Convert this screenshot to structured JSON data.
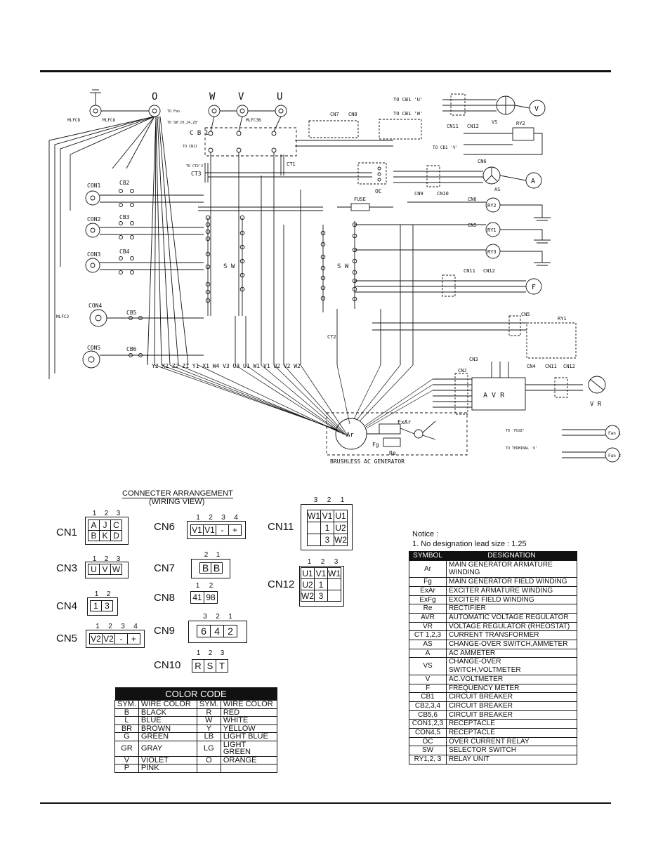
{
  "schematic": {
    "terminals": [
      "O",
      "W",
      "V",
      "U"
    ],
    "labels": {
      "mlfc8a": "MLFC8",
      "mlfc8b": "MLFC8",
      "mlfc3b": "MLFC3B",
      "cb1": "C B 1",
      "con1": "CON1",
      "con2": "CON2",
      "con3": "CON3",
      "con4": "CON4",
      "con5": "CON5",
      "cb2": "CB2",
      "cb3": "CB3",
      "cb4": "CB4",
      "cb5": "CB5",
      "cb6": "CB6",
      "sw1": "S W",
      "sw2": "S W",
      "ct3": "CT3",
      "ct1": "CT1",
      "ct2": "CT2",
      "oc": "OC",
      "fuse": "FUSE",
      "mlfc2": "MLFC2",
      "vs": "VS",
      "as": "AS",
      "ry2": "RY2",
      "ry3": "RY3",
      "ry1": "RY1",
      "ry2b": "RY2",
      "ry1b": "RY1",
      "cn6": "CN6",
      "cn5": "CN5",
      "cn7": "CN7",
      "cn8": "CN8",
      "cn9": "CN9",
      "cn10": "CN10",
      "cn11": "CN11",
      "cn12": "CN12",
      "cn3": "CN3",
      "cnj": "CNJ",
      "cn4": "CN4",
      "avr": "A V R",
      "vr": "V R",
      "ar": "Ar",
      "exar": "ExAr",
      "fg": "Fg",
      "re": "Re",
      "brushless": "BRUSHLESS AC GENERATOR",
      "fan1": "Fan 1",
      "fan2": "Fan 2",
      "meter_v": "V",
      "meter_a": "A",
      "meter_f": "F",
      "to_cb1u": "TO CB1 'U'",
      "to_cb1w": "TO CB1 'W'",
      "to_cb1v": "TO CB1 'V'",
      "to_fan": "TO Fan",
      "to_fuse": "TO 'FUSE'",
      "to_terminal": "TO TERMINAL 'O'",
      "to_sw": "TO SW'20,24,28'",
      "to_cn11": "TO CN11",
      "to_ct2": "TO CT2'2'",
      "wires": "Y2 X2 Z2 Z1 Y1 X1 W4 V3 U3 U1 W1 V1 U2 V2 W2"
    }
  },
  "connector_arrangement": {
    "title": "CONNECTER ARRANGEMENT",
    "subtitle": "(WIRING VIEW)",
    "cn1": {
      "name": "CN1",
      "pins": [
        "1",
        "2",
        "3"
      ],
      "row1": [
        "A",
        "J",
        "C"
      ],
      "row2": [
        "B",
        "K",
        "D"
      ]
    },
    "cn3": {
      "name": "CN3",
      "pins": [
        "1",
        "2",
        "3"
      ],
      "row1": [
        "U",
        "V",
        "W"
      ]
    },
    "cn4": {
      "name": "CN4",
      "pins": [
        "1",
        "2"
      ],
      "row1": [
        "1",
        "3"
      ]
    },
    "cn5": {
      "name": "CN5",
      "pins": [
        "1",
        "2",
        "3",
        "4"
      ],
      "row1": [
        "V2",
        "V2",
        "-",
        "+"
      ]
    },
    "cn6": {
      "name": "CN6",
      "pins": [
        "1",
        "2",
        "3",
        "4"
      ],
      "row1": [
        "V1",
        "V1",
        "-",
        "+"
      ]
    },
    "cn7": {
      "name": "CN7",
      "pins": [
        "2",
        "1"
      ],
      "row1": [
        "B",
        "B"
      ]
    },
    "cn8": {
      "name": "CN8",
      "pins": [
        "1",
        "2"
      ],
      "row1": [
        "41",
        "98"
      ]
    },
    "cn9": {
      "name": "CN9",
      "pins": [
        "3",
        "2",
        "1"
      ],
      "row1": [
        "6",
        "4",
        "2"
      ]
    },
    "cn10": {
      "name": "CN10",
      "pins": [
        "1",
        "2",
        "3"
      ],
      "row1": [
        "R",
        "S",
        "T"
      ]
    },
    "cn11": {
      "name": "CN11",
      "pins": [
        "3",
        "2",
        "1"
      ],
      "row1": [
        "W1",
        "V1",
        "U1"
      ],
      "row2": [
        "",
        "1",
        "U2"
      ],
      "row3": [
        "",
        "3",
        "W2"
      ]
    },
    "cn12": {
      "name": "CN12",
      "pins": [
        "1",
        "2",
        "3"
      ],
      "row1": [
        "U1",
        "V1",
        "W1"
      ],
      "row2": [
        "U2",
        "1",
        ""
      ],
      "row3": [
        "W2",
        "3",
        ""
      ]
    }
  },
  "notice": {
    "title": "Notice :",
    "line1": "1. No designation lead size : 1.25"
  },
  "designation_table": {
    "headers": [
      "SYMBOL",
      "DESIGNATION"
    ],
    "rows": [
      [
        "Ar",
        "MAIN GENERATOR ARMATURE WINDING"
      ],
      [
        "Fg",
        "MAIN GENERATOR FIELD WINDING"
      ],
      [
        "ExAr",
        "EXCITER ARMATURE WINDING"
      ],
      [
        "ExFg",
        "EXCITER FIELD WINDING"
      ],
      [
        "Re",
        "RECTIFIER"
      ],
      [
        "AVR",
        "AUTOMATIC VOLTAGE REGULATOR"
      ],
      [
        "VR",
        "VOLTAGE REGULATOR (RHEOSTAT)"
      ],
      [
        "CT 1,2,3",
        "CURRENT TRANSFORMER"
      ],
      [
        "AS",
        "CHANGE-OVER SWITCH,AMMETER"
      ],
      [
        "A",
        "AC AMMETER"
      ],
      [
        "VS",
        "CHANGE-OVER SWITCH,VOLTMETER"
      ],
      [
        "V",
        "AC.VOLTMETER"
      ],
      [
        "F",
        "FREQUENCY METER"
      ],
      [
        "CB1",
        "CIRCUIT BREAKER"
      ],
      [
        "CB2,3,4",
        "CIRCUIT BREAKER"
      ],
      [
        "CB5,6",
        "CIRCUIT BREAKER"
      ],
      [
        "CON1,2,3",
        "RECEPTACLE"
      ],
      [
        "CON4,5",
        "RECEPTACLE"
      ],
      [
        "OC",
        "OVER CURRENT RELAY"
      ],
      [
        "SW",
        "SELECTOR SWITCH"
      ],
      [
        "RY1,2, 3",
        "RELAY UNIT"
      ]
    ]
  },
  "color_code": {
    "title": "COLOR CODE",
    "headers": [
      "SYM.",
      "WIRE COLOR",
      "SYM.",
      "WIRE COLOR"
    ],
    "rows": [
      [
        "B",
        "BLACK",
        "R",
        "RED"
      ],
      [
        "L",
        "BLUE",
        "W",
        "WHITE"
      ],
      [
        "BR",
        "BROWN",
        "Y",
        "YELLOW"
      ],
      [
        "G",
        "GREEN",
        "LB",
        "LIGHT BLUE"
      ],
      [
        "GR",
        "GRAY",
        "LG",
        "LIGHT GREEN"
      ],
      [
        "V",
        "VIOLET",
        "O",
        "ORANGE"
      ],
      [
        "P",
        "PINK",
        "",
        ""
      ]
    ]
  }
}
